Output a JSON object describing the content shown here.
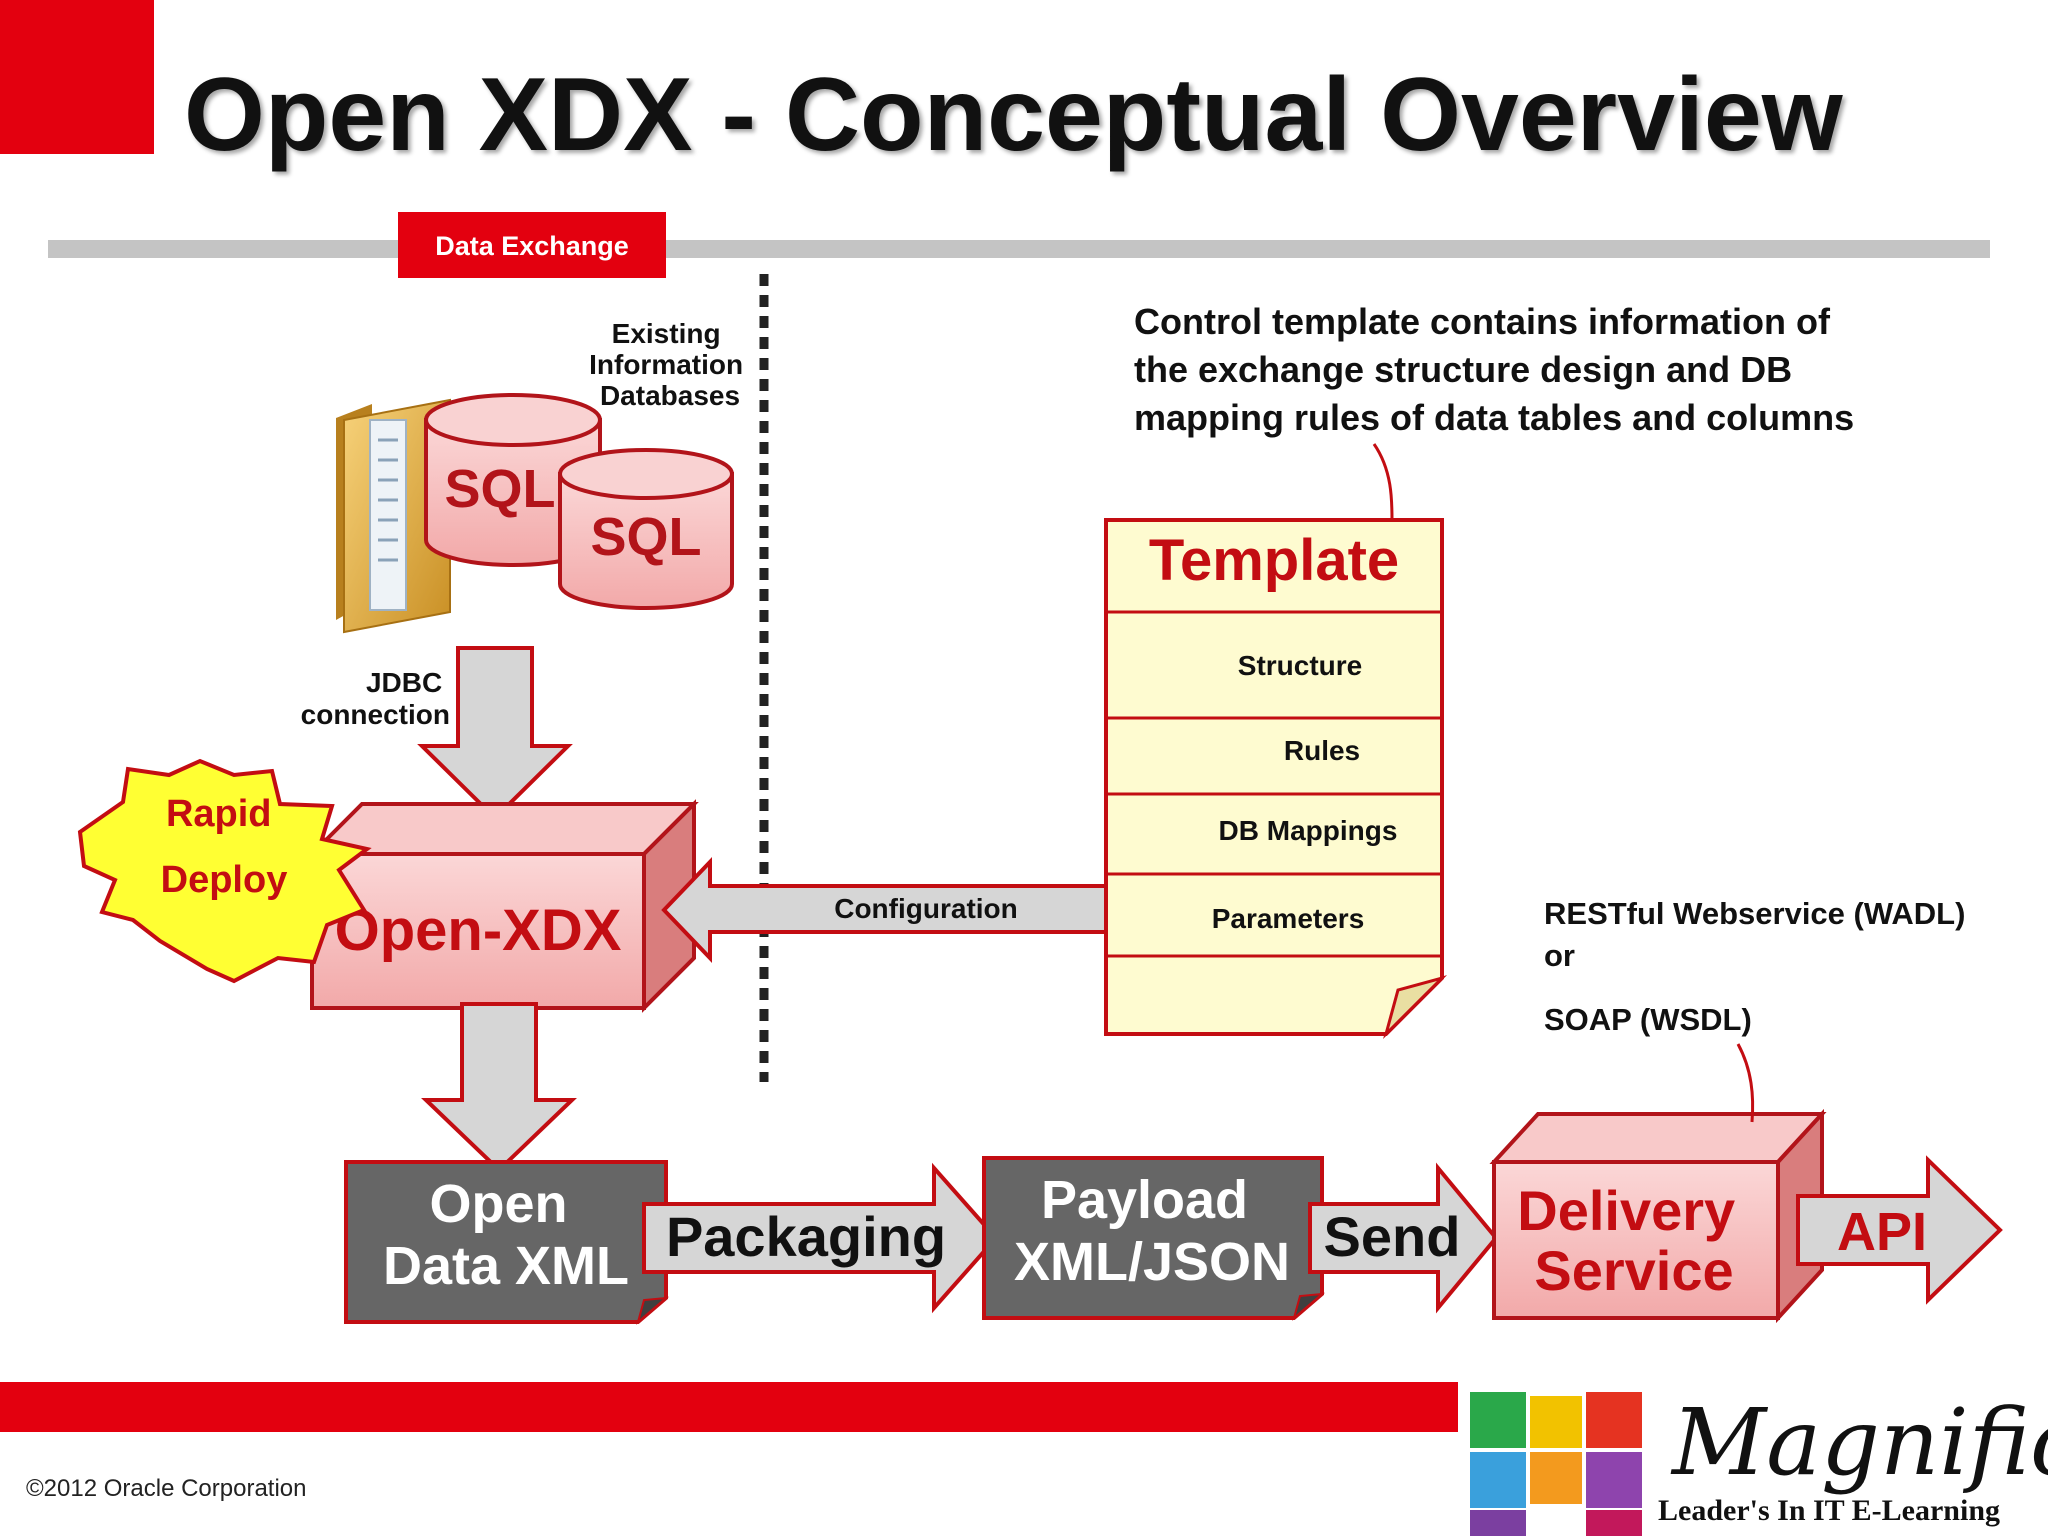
{
  "title": "Open XDX - Conceptual Overview",
  "section_tab": "Data Exchange",
  "existing_databases": [
    "Existing",
    "Information",
    "Databases"
  ],
  "database_labels": [
    "SQL",
    "SQL"
  ],
  "jdbc": [
    "JDBC",
    "connection"
  ],
  "rapid_deploy": [
    "Rapid",
    "Deploy"
  ],
  "open_xdx_label": "Open-XDX",
  "configuration_label": "Configuration",
  "template_note": [
    "Control template contains information of",
    "the exchange structure design and DB",
    "mapping rules of data tables and columns"
  ],
  "template": {
    "title": "Template",
    "rows": [
      "Structure",
      "Rules",
      "DB Mappings",
      "Parameters"
    ]
  },
  "open_data_xml": [
    "Open",
    "Data XML"
  ],
  "packaging_label": "Packaging",
  "payload": [
    "Payload",
    "XML/JSON"
  ],
  "send_label": "Send",
  "delivery_service": [
    "Delivery",
    "Service"
  ],
  "api_label": "API",
  "webservice_note": [
    "RESTful Webservice (WADL)",
    "or",
    "SOAP (WSDL)"
  ],
  "copyright": "©2012 Oracle Corporation",
  "brand": {
    "name": "Magnific",
    "tagline": "Leader's In IT E-Learning"
  },
  "colors": {
    "oracle_red": "#e3000f",
    "dark_red": "#c30d12",
    "box_pink": "#f7c3c3",
    "arrow_gray": "#d6d6d6",
    "dark_gray": "#666666",
    "template_yellow": "#fefbd0",
    "rapid_yellow": "#ffff33"
  }
}
